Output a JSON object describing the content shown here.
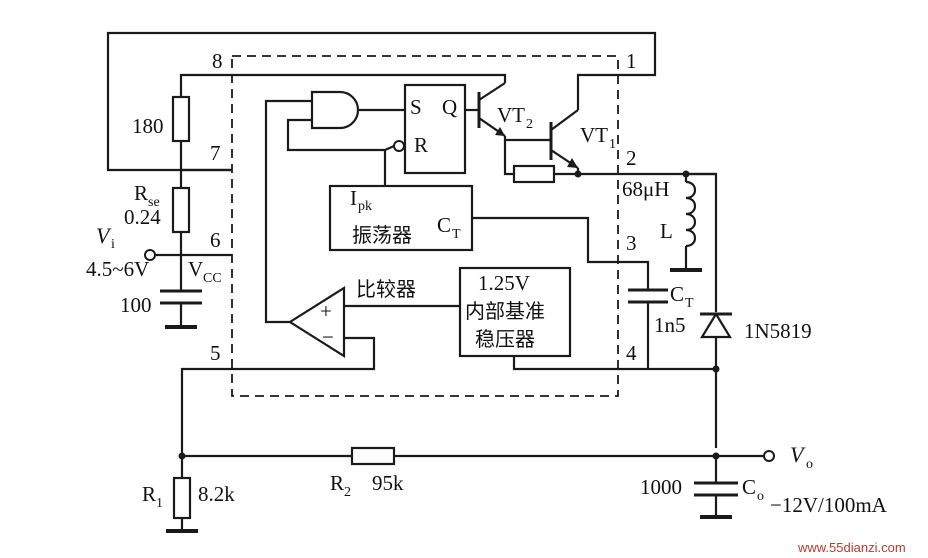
{
  "pins": {
    "p1": "1",
    "p2": "2",
    "p3": "3",
    "p4": "4",
    "p5": "5",
    "p6": "6",
    "p7": "7",
    "p8": "8"
  },
  "gate": {
    "s": "S",
    "q": "Q",
    "r": "R"
  },
  "transistors": {
    "vt2": "VT",
    "vt2_sub": "2",
    "vt1": "VT",
    "vt1_sub": "1"
  },
  "oscillator": {
    "ipk": "I",
    "ipk_sub": "pk",
    "name": "振荡器",
    "ct": "C",
    "ct_sub": "T"
  },
  "comparator": {
    "label": "比较器",
    "plus": "+",
    "minus": "−"
  },
  "reference": {
    "voltage": "1.25V",
    "line1": "内部基准",
    "line2": "稳压器"
  },
  "components": {
    "r180": "180",
    "rse": "R",
    "rse_sub": "se",
    "rse_val": "0.24",
    "vi": "V",
    "vi_sub": "i",
    "vin": "4.5~6V",
    "vcc": "V",
    "vcc_sub": "CC",
    "cin": "100",
    "inductor_val": "68μH",
    "inductor": "L",
    "ct_ext": "C",
    "ct_ext_sub": "T",
    "ct_val": "1n5",
    "diode": "1N5819",
    "r1": "R",
    "r1_sub": "1",
    "r1_val": "8.2k",
    "r2": "R",
    "r2_sub": "2",
    "r2_val": "95k",
    "vo": "V",
    "vo_sub": "o",
    "co_val": "1000",
    "co": "C",
    "co_sub": "o",
    "output": "−12V/100mA"
  },
  "watermark": "www.55dianzi.com"
}
